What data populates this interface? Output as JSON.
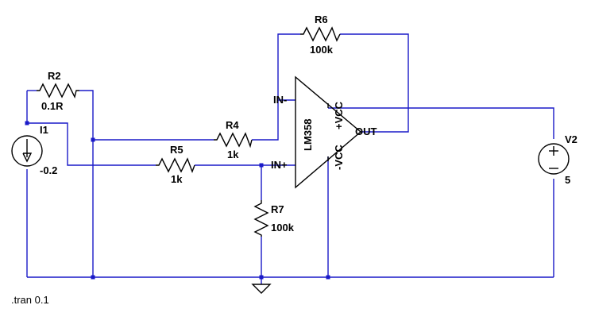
{
  "colors": {
    "wire": "#1a1ac8",
    "component": "#000000",
    "background": "#ffffff"
  },
  "components": {
    "r2": {
      "name": "R2",
      "value": "0.1R"
    },
    "r4": {
      "name": "R4",
      "value": "1k"
    },
    "r5": {
      "name": "R5",
      "value": "1k"
    },
    "r6": {
      "name": "R6",
      "value": "100k"
    },
    "r7": {
      "name": "R7",
      "value": "100k"
    },
    "i1": {
      "name": "I1",
      "value": "-0.2"
    },
    "v2": {
      "name": "V2",
      "value": "5"
    },
    "opamp": {
      "name": "LM358",
      "in_minus": "IN-",
      "in_plus": "IN+",
      "out": "OUT",
      "vcc_plus": "+VCC",
      "vcc_minus": "-VCC"
    }
  },
  "directive": ".tran 0.1",
  "icons": [
    "current-source-icon",
    "voltage-source-icon",
    "opamp-icon",
    "ground-icon",
    "resistor-icon"
  ]
}
